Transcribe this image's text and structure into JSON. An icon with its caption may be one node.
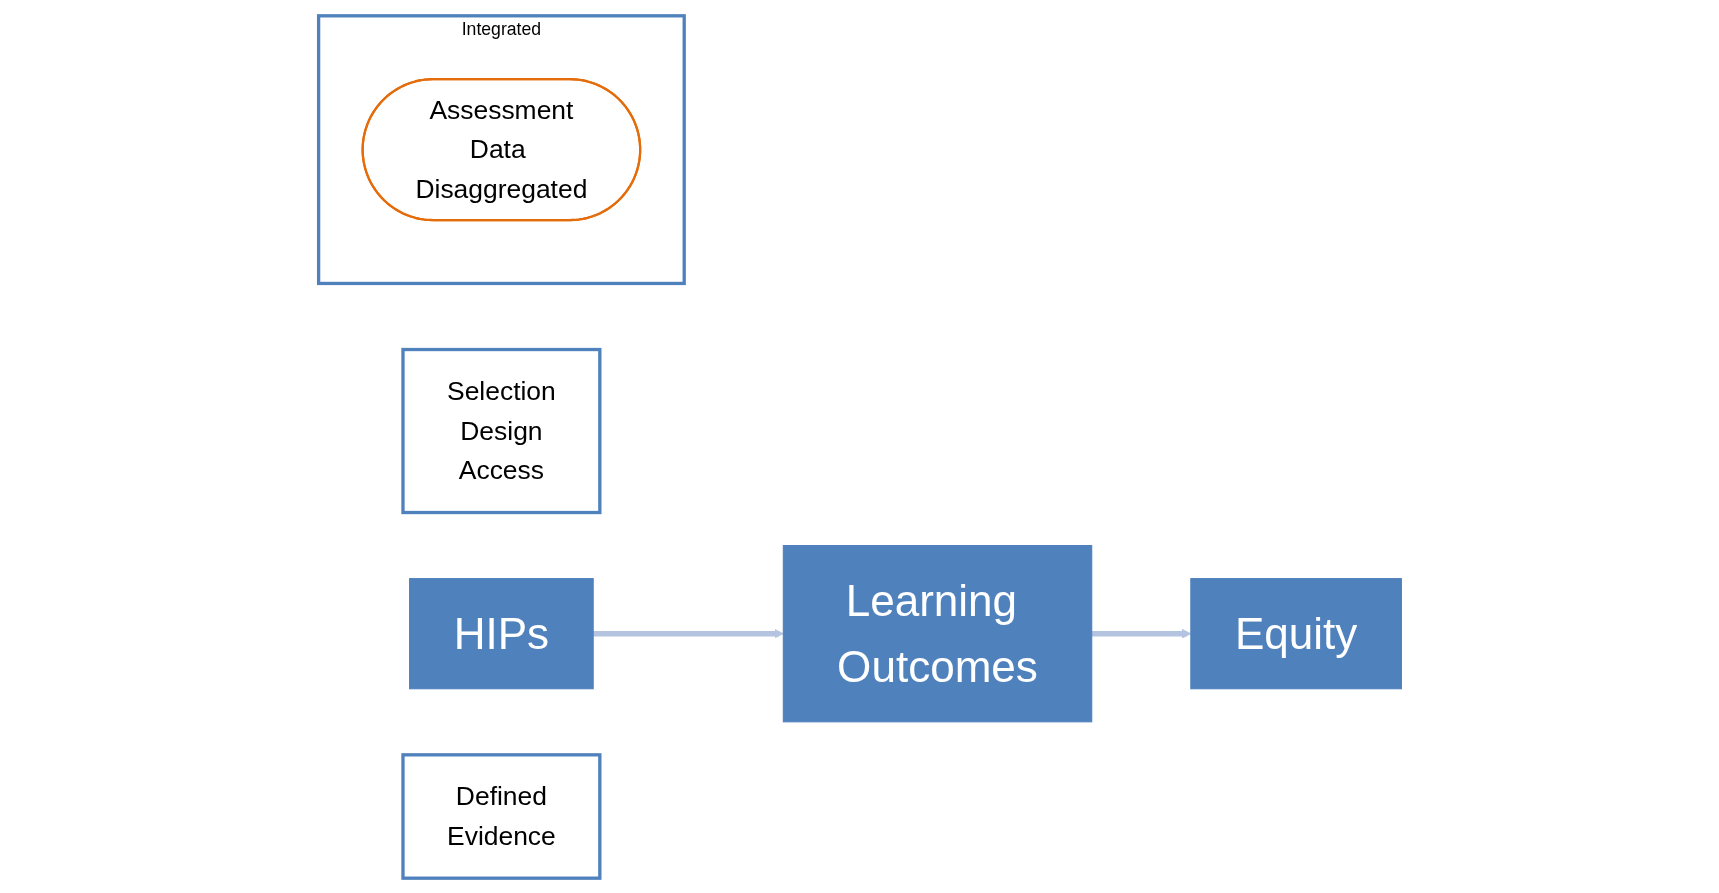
{
  "diagram": {
    "nodes": [
      {
        "text": [
          "Selection",
          "Design",
          "Access"
        ]
      },
      {
        "text": [
          "HIPs"
        ]
      },
      {
        "text": [
          "Learning Outcomes"
        ]
      },
      {
        "text": [
          "Defined",
          "Evidence"
        ]
      },
      {
        "text": [
          "Integrated"
        ]
      },
      {
        "text": [
          "Assessment",
          "Data Disaggregated"
        ],
        "in": 4
      },
      {
        "text": [
          "Equity"
        ]
      }
    ],
    "edges": [
      {
        "from": 1,
        "to": 2,
        "arrow": "to"
      },
      {
        "from": 2,
        "to": 6,
        "arrow": "to"
      }
    ]
  }
}
